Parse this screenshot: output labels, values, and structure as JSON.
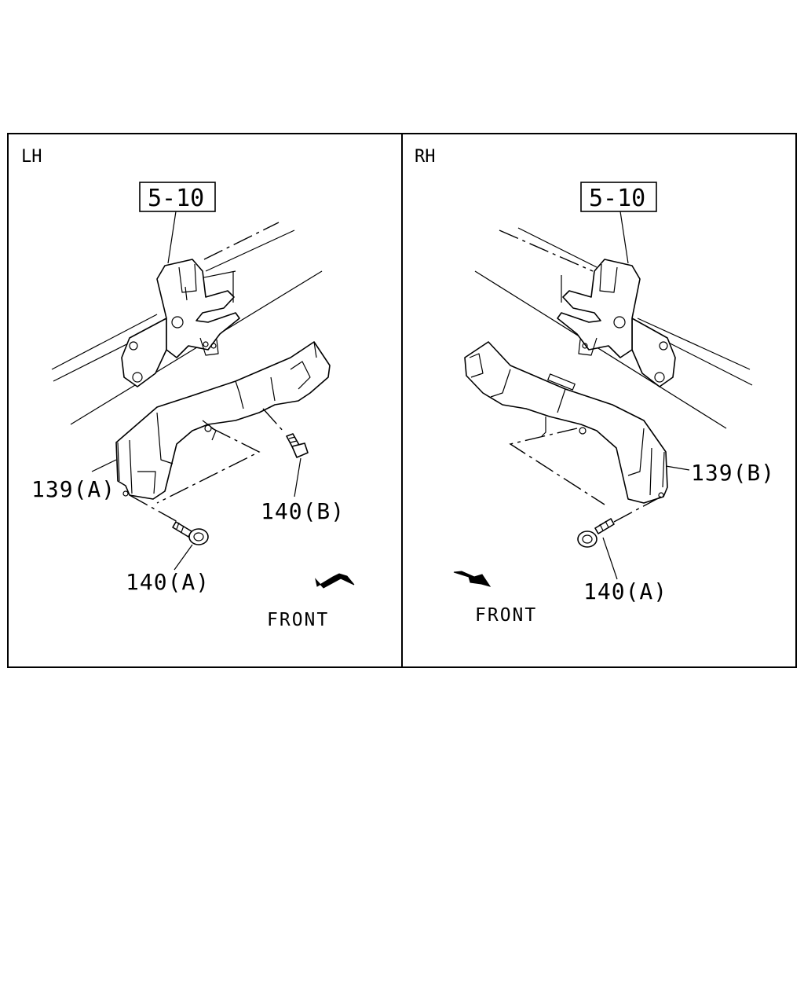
{
  "panels": {
    "left": {
      "header": "LH",
      "ref_box": "5-10",
      "labels": {
        "cover": "139(A)",
        "bolt_upper": "140(B)",
        "bolt_lower": "140(A)"
      },
      "front": "FRONT"
    },
    "right": {
      "header": "RH",
      "ref_box": "5-10",
      "labels": {
        "cover": "139(B)",
        "bolt": "140(A)"
      },
      "front": "FRONT"
    }
  }
}
